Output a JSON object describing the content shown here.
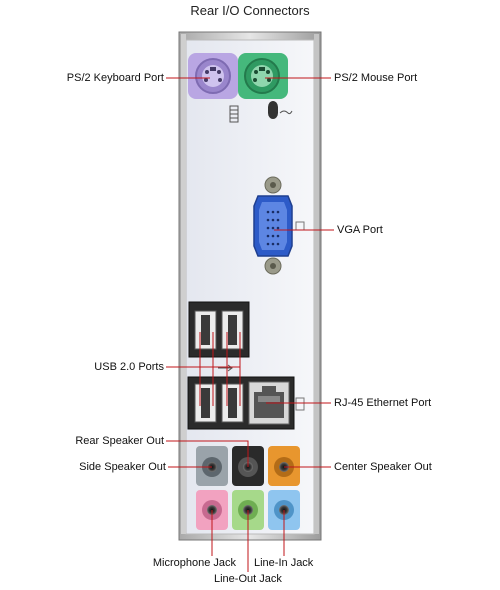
{
  "title": "Rear I/O Connectors",
  "labels": {
    "ps2_keyboard": "PS/2 Keyboard Port",
    "ps2_mouse": "PS/2 Mouse Port",
    "vga": "VGA Port",
    "usb": "USB 2.0 Ports",
    "ethernet": "RJ-45 Ethernet Port",
    "rear_speaker": "Rear Speaker Out",
    "side_speaker": "Side Speaker Out",
    "center_speaker": "Center Speaker Out",
    "microphone": "Microphone Jack",
    "line_in": "Line-In Jack",
    "line_out": "Line-Out Jack"
  },
  "colors": {
    "keyboard_port": "#b9a6e3",
    "mouse_port": "#45b87c",
    "vga_port": "#2d5bc8",
    "audio_gray": "#9aa3aa",
    "audio_black": "#2a2a2a",
    "audio_orange": "#e8962e",
    "audio_pink": "#f2a2c0",
    "audio_green": "#a6d98a",
    "audio_blue": "#8fc5ef",
    "leader_line": "#c0151a"
  }
}
